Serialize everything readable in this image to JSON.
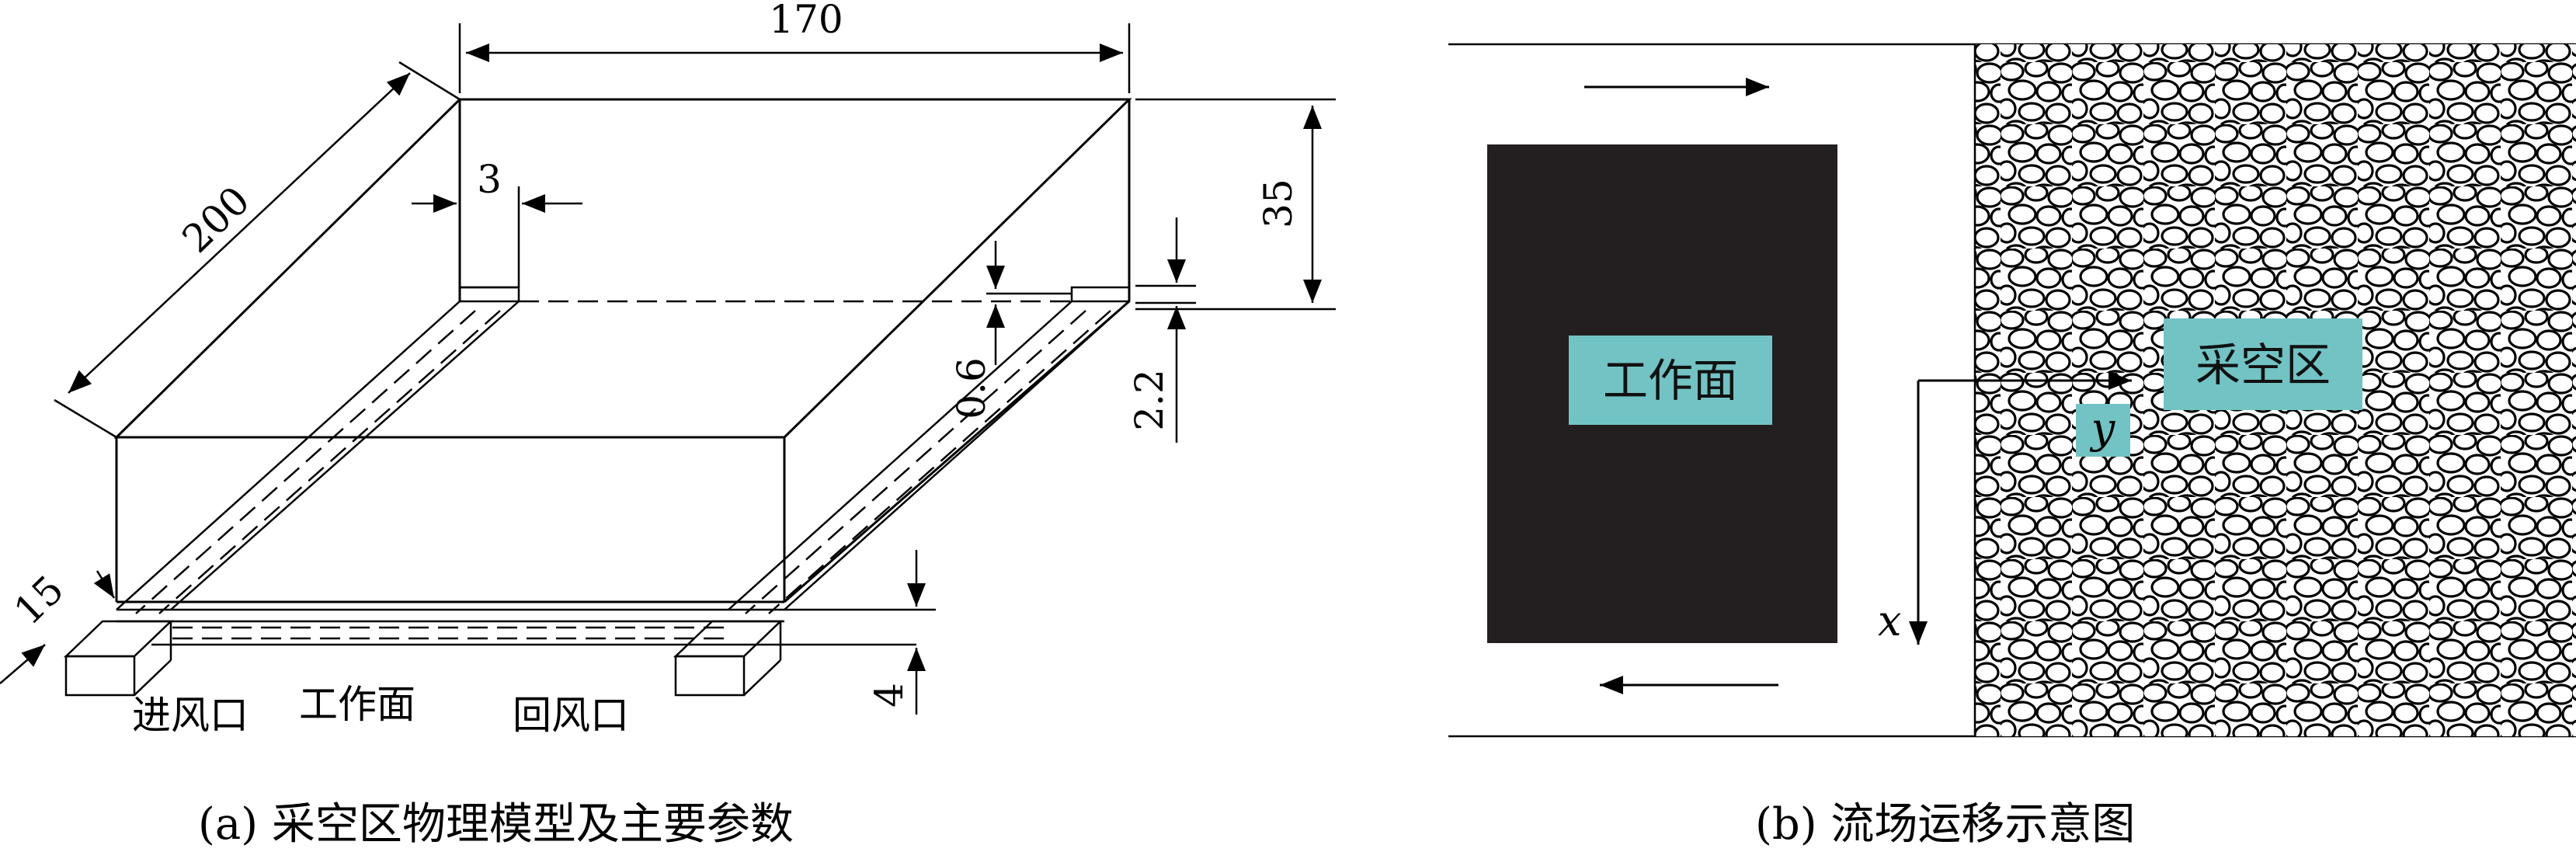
{
  "panel_a": {
    "caption": "(a) 采空区物理模型及主要参数",
    "dimensions": {
      "width": "170",
      "depth": "200",
      "height": "35",
      "wall": "3",
      "channel_gap": "0.6",
      "channel_height": "2.2",
      "duct_height": "4",
      "duct_width": "15"
    },
    "labels": {
      "inlet": "进风口",
      "face": "工作面",
      "outlet": "回风口"
    }
  },
  "panel_b": {
    "caption": "(b) 流场运移示意图",
    "face_label": "工作面",
    "goaf_label": "采空区",
    "axis_x": "x",
    "axis_y": "y",
    "colors": {
      "face_block": "#231f20",
      "label_bg": "#72c3c4"
    }
  }
}
